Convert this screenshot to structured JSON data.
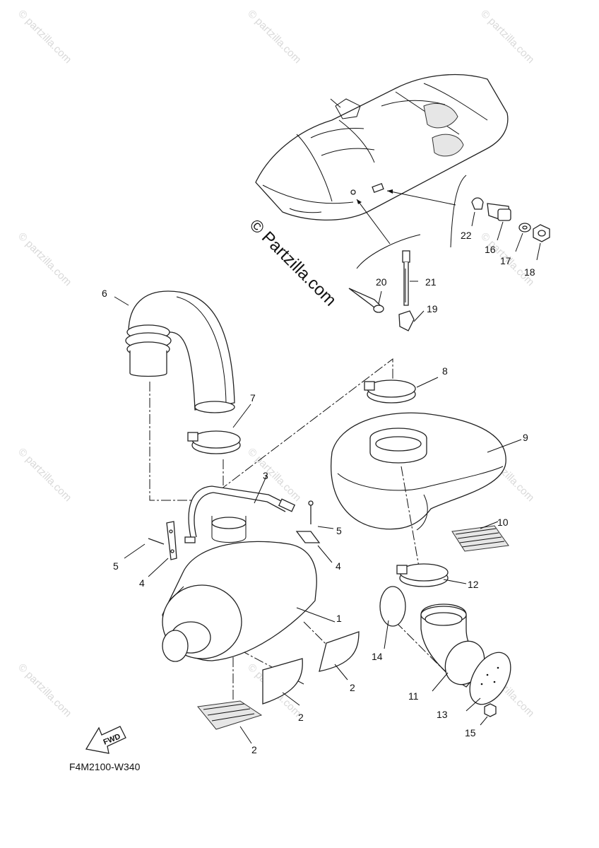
{
  "watermark": {
    "text": "© Partzilla.com",
    "repeat_text": "© partzilla.com"
  },
  "diagram_code": "F4M2100-W340",
  "fwd_label": "FWD",
  "parts": [
    {
      "id": "part-1",
      "label": "1"
    },
    {
      "id": "part-2a",
      "label": "2"
    },
    {
      "id": "part-2b",
      "label": "2"
    },
    {
      "id": "part-2c",
      "label": "2"
    },
    {
      "id": "part-3",
      "label": "3"
    },
    {
      "id": "part-4a",
      "label": "4"
    },
    {
      "id": "part-4b",
      "label": "4"
    },
    {
      "id": "part-5a",
      "label": "5"
    },
    {
      "id": "part-5b",
      "label": "5"
    },
    {
      "id": "part-6",
      "label": "6"
    },
    {
      "id": "part-7",
      "label": "7"
    },
    {
      "id": "part-8",
      "label": "8"
    },
    {
      "id": "part-9",
      "label": "9"
    },
    {
      "id": "part-10",
      "label": "10"
    },
    {
      "id": "part-11",
      "label": "11"
    },
    {
      "id": "part-12",
      "label": "12"
    },
    {
      "id": "part-13",
      "label": "13"
    },
    {
      "id": "part-14",
      "label": "14"
    },
    {
      "id": "part-15",
      "label": "15"
    },
    {
      "id": "part-16",
      "label": "16"
    },
    {
      "id": "part-17",
      "label": "17"
    },
    {
      "id": "part-18",
      "label": "18"
    },
    {
      "id": "part-19",
      "label": "19"
    },
    {
      "id": "part-20",
      "label": "20"
    },
    {
      "id": "part-21",
      "label": "21"
    },
    {
      "id": "part-22",
      "label": "22"
    }
  ]
}
